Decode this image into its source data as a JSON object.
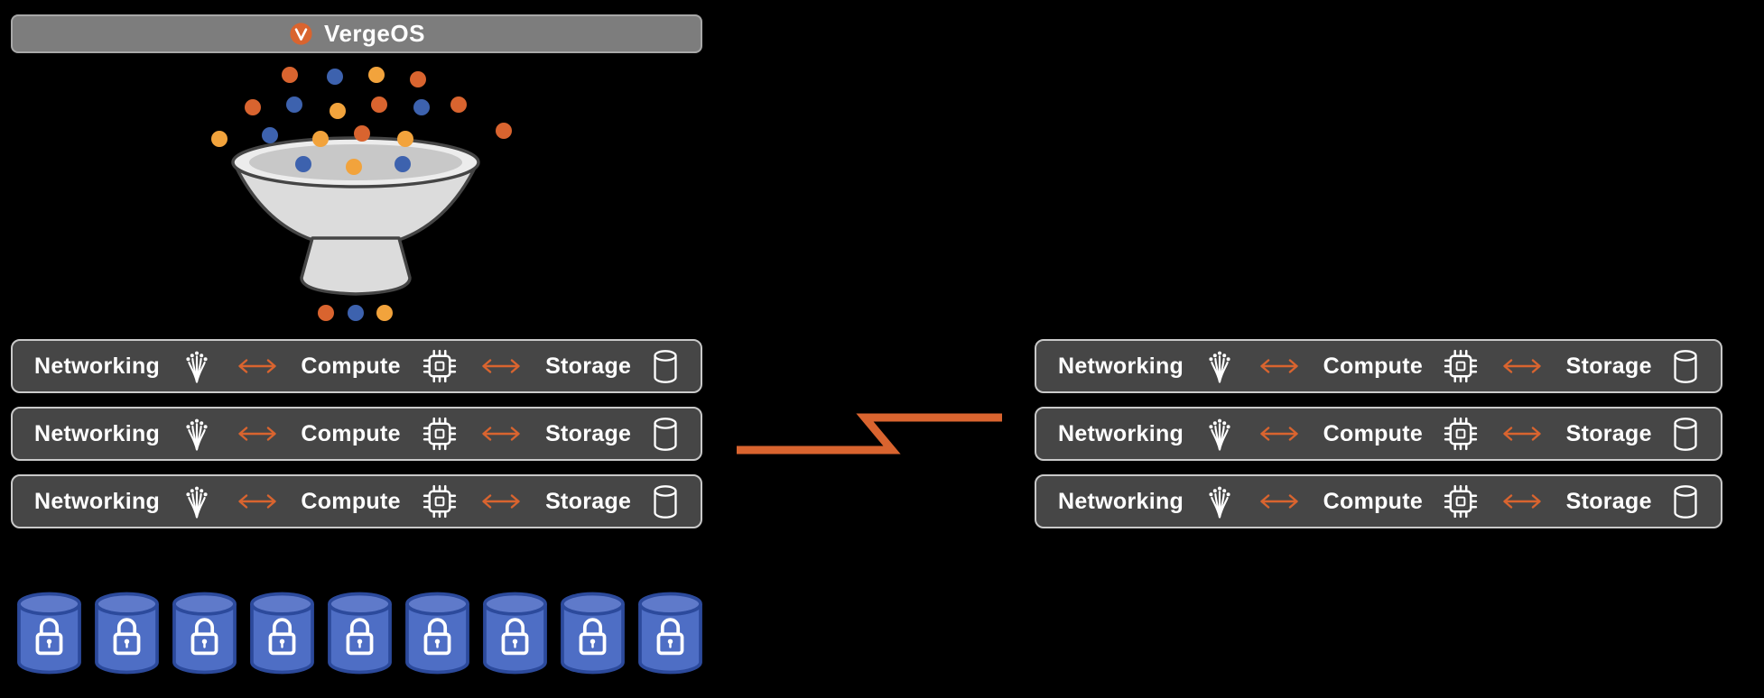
{
  "header": {
    "title": "VergeOS",
    "logo_icon": "vergeos-logo-icon"
  },
  "node_row": {
    "networking_label": "Networking",
    "compute_label": "Compute",
    "storage_label": "Storage",
    "networking_icon": "fiber-network-icon",
    "compute_icon": "cpu-chip-icon",
    "storage_icon": "database-cylinder-icon",
    "link_icon": "double-arrow-icon"
  },
  "clusters": {
    "left": {
      "rows": 3
    },
    "right": {
      "rows": 3
    }
  },
  "wan_link": {
    "icon": "zigzag-link-icon"
  },
  "funnel": {
    "icon": "funnel-icon",
    "inflow_dots": 19,
    "outflow_dots": 3
  },
  "storage_drives": {
    "count": 9,
    "icon": "encrypted-drive-icon",
    "lock_icon": "padlock-icon"
  },
  "colors": {
    "background": "#000000",
    "header_bar_fill": "#7d7d7d",
    "header_bar_border": "#a8a8a8",
    "node_bar_fill": "#464646",
    "node_bar_border": "#c9c9c9",
    "text_white": "#ffffff",
    "accent_orange": "#d9642f",
    "dot_orange": "#d9642f",
    "dot_blue": "#3d62ae",
    "dot_yellow": "#f2a33c",
    "funnel_fill": "#dcdcdc",
    "funnel_rim_fill": "#ececec",
    "funnel_inner_fill": "#c8c8c8",
    "funnel_stroke": "#454545",
    "drive_fill": "#4e6ec5",
    "drive_top_fill": "#5f7aca",
    "drive_stroke": "#2c4a9c",
    "drive_lock": "#ffffff"
  }
}
